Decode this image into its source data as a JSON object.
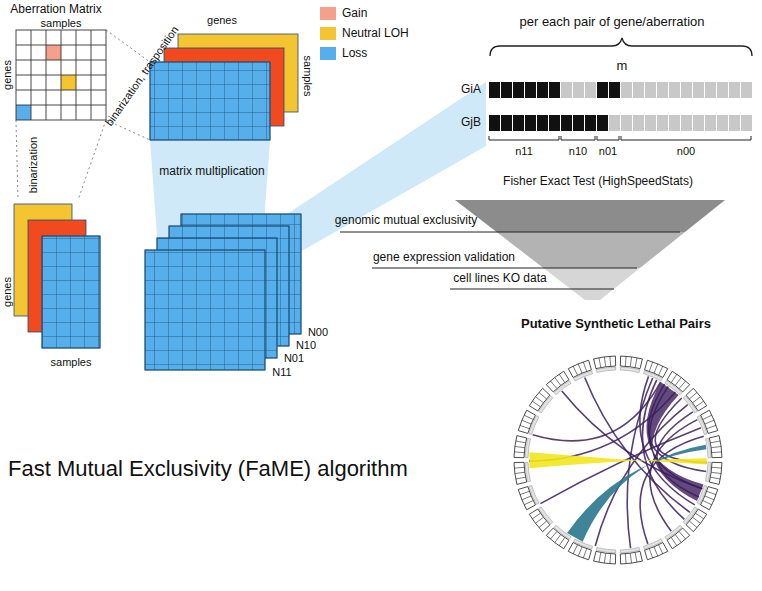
{
  "diagram": {
    "title": "Fast Mutual Exclusivity (FaME) algorithm",
    "labels": [
      "Aberration Matrix",
      "samples",
      "genes",
      "genes",
      "samples",
      "binarization, trasposition",
      "binarization",
      "matrix multiplication",
      "genes",
      "samples",
      "N00",
      "N10",
      "N01",
      "N11",
      "per each pair of gene/aberration",
      "m",
      "GiA",
      "GjB",
      "n11",
      "n10",
      "n01",
      "n00",
      "Fisher Exact Test (HighSpeedStats)",
      "genomic mutual exclusivity",
      "gene expression validation",
      "cell lines KO data",
      "Putative Synthetic Lethal Pairs"
    ],
    "legend": [
      {
        "text": "Gain",
        "color": "#f4a08a"
      },
      {
        "text": "Neutral LOH",
        "color": "#f5c431"
      },
      {
        "text": "Loss",
        "color": "#56aeea"
      }
    ]
  }
}
